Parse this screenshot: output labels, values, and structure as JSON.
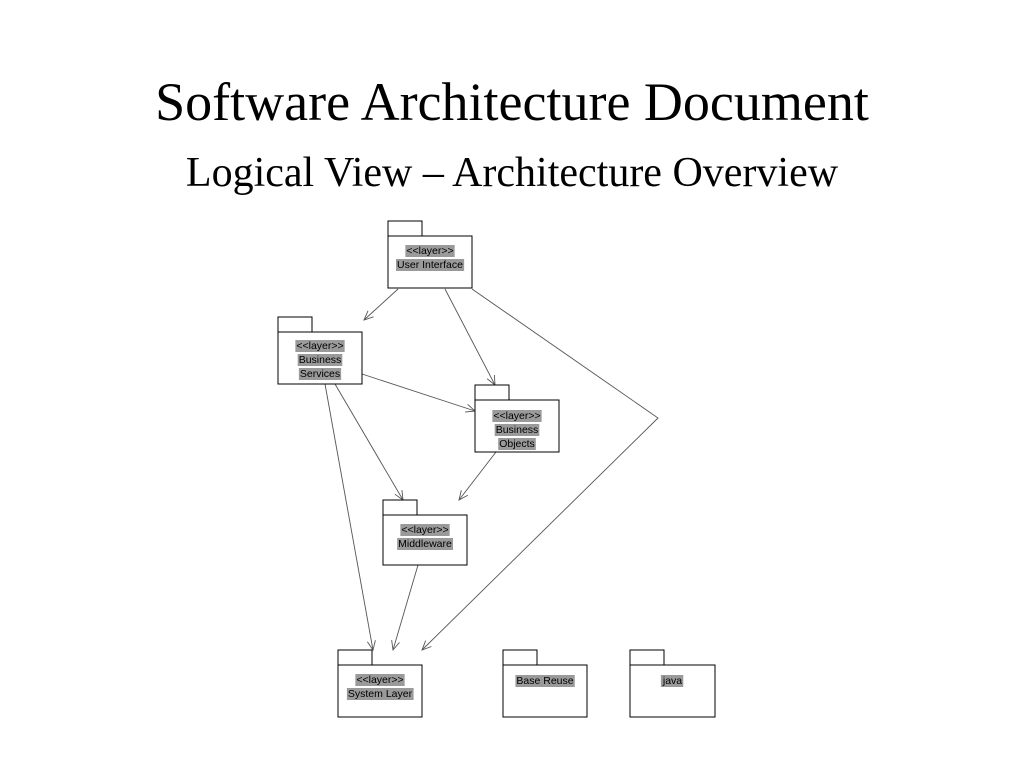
{
  "slide": {
    "title": "Software Architecture Document",
    "subtitle": "Logical View – Architecture Overview"
  },
  "diagram": {
    "packages": [
      {
        "id": "user-interface",
        "lines": [
          "<<layer>>",
          "User Interface"
        ]
      },
      {
        "id": "business-services",
        "lines": [
          "<<layer>>",
          "Business",
          "Services"
        ]
      },
      {
        "id": "business-objects",
        "lines": [
          "<<layer>>",
          "Business",
          "Objects"
        ]
      },
      {
        "id": "middleware",
        "lines": [
          "<<layer>>",
          "Middleware"
        ]
      },
      {
        "id": "system-layer",
        "lines": [
          "<<layer>>",
          "System Layer"
        ]
      },
      {
        "id": "base-reuse",
        "lines": [
          "Base Reuse"
        ]
      },
      {
        "id": "java",
        "lines": [
          "java"
        ]
      }
    ],
    "dependencies": [
      {
        "from": "user-interface",
        "to": "business-services"
      },
      {
        "from": "user-interface",
        "to": "business-objects"
      },
      {
        "from": "user-interface",
        "to": "system-layer"
      },
      {
        "from": "business-services",
        "to": "business-objects"
      },
      {
        "from": "business-services",
        "to": "middleware"
      },
      {
        "from": "business-services",
        "to": "system-layer"
      },
      {
        "from": "business-objects",
        "to": "middleware"
      },
      {
        "from": "middleware",
        "to": "system-layer"
      }
    ]
  }
}
